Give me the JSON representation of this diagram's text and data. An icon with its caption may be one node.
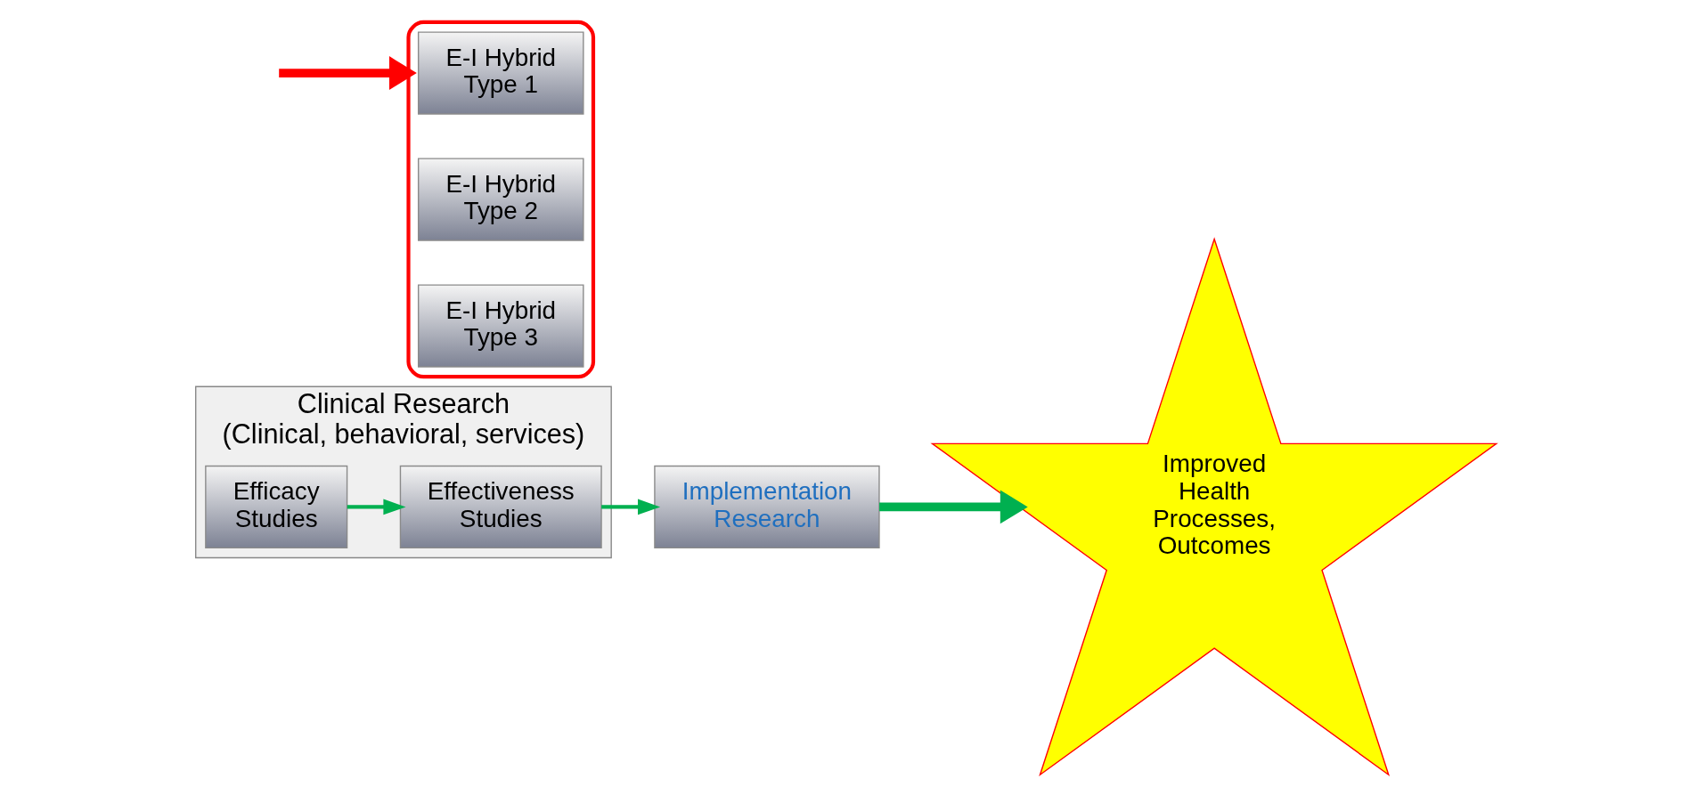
{
  "diagram": {
    "nodes": [
      {
        "text": [
          "Clinical Research",
          "(Clinical, behavioral, services)"
        ]
      },
      {
        "text": [
          "Efficacy Studies"
        ],
        "in": 0
      },
      {
        "text": [
          "Effectiveness Studies"
        ],
        "in": 0
      },
      {
        "text": [
          "Implementation Research"
        ]
      },
      {
        "text": [
          "Improved Health Processes, Outcomes"
        ]
      },
      {
        "text": [],
        "shape": "ellipse"
      },
      {
        "text": [
          "E-I Hybrid Type 1"
        ],
        "in": 5
      },
      {
        "text": [
          "E-I Hybrid Type 2"
        ],
        "in": 5
      },
      {
        "text": [
          "E-I Hybrid Type 3"
        ],
        "in": 5
      }
    ],
    "edges": [
      {
        "from": 1,
        "to": 2,
        "arrow": "to"
      },
      {
        "from": 2,
        "to": 3,
        "arrow": "to"
      },
      {
        "from": 3,
        "to": 4,
        "arrow": "to",
        "style": "thick"
      },
      {
        "from": null,
        "to": 5,
        "arrow": "to",
        "style": "thick",
        "color": "#ff0000"
      }
    ]
  }
}
